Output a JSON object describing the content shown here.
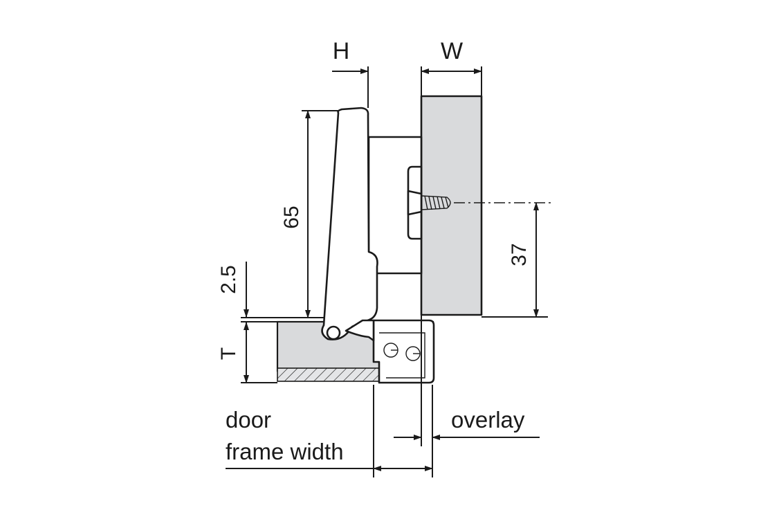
{
  "labels": {
    "H": "H",
    "W": "W",
    "dim_65": "65",
    "dim_37": "37",
    "dim_2_5": "2.5",
    "T": "T",
    "door": "door",
    "frame_width": "frame width",
    "overlay": "overlay"
  },
  "colors": {
    "panel_grey": "#d9dadc",
    "line": "#1a1a1a",
    "hinge_fill": "#ffffff"
  }
}
